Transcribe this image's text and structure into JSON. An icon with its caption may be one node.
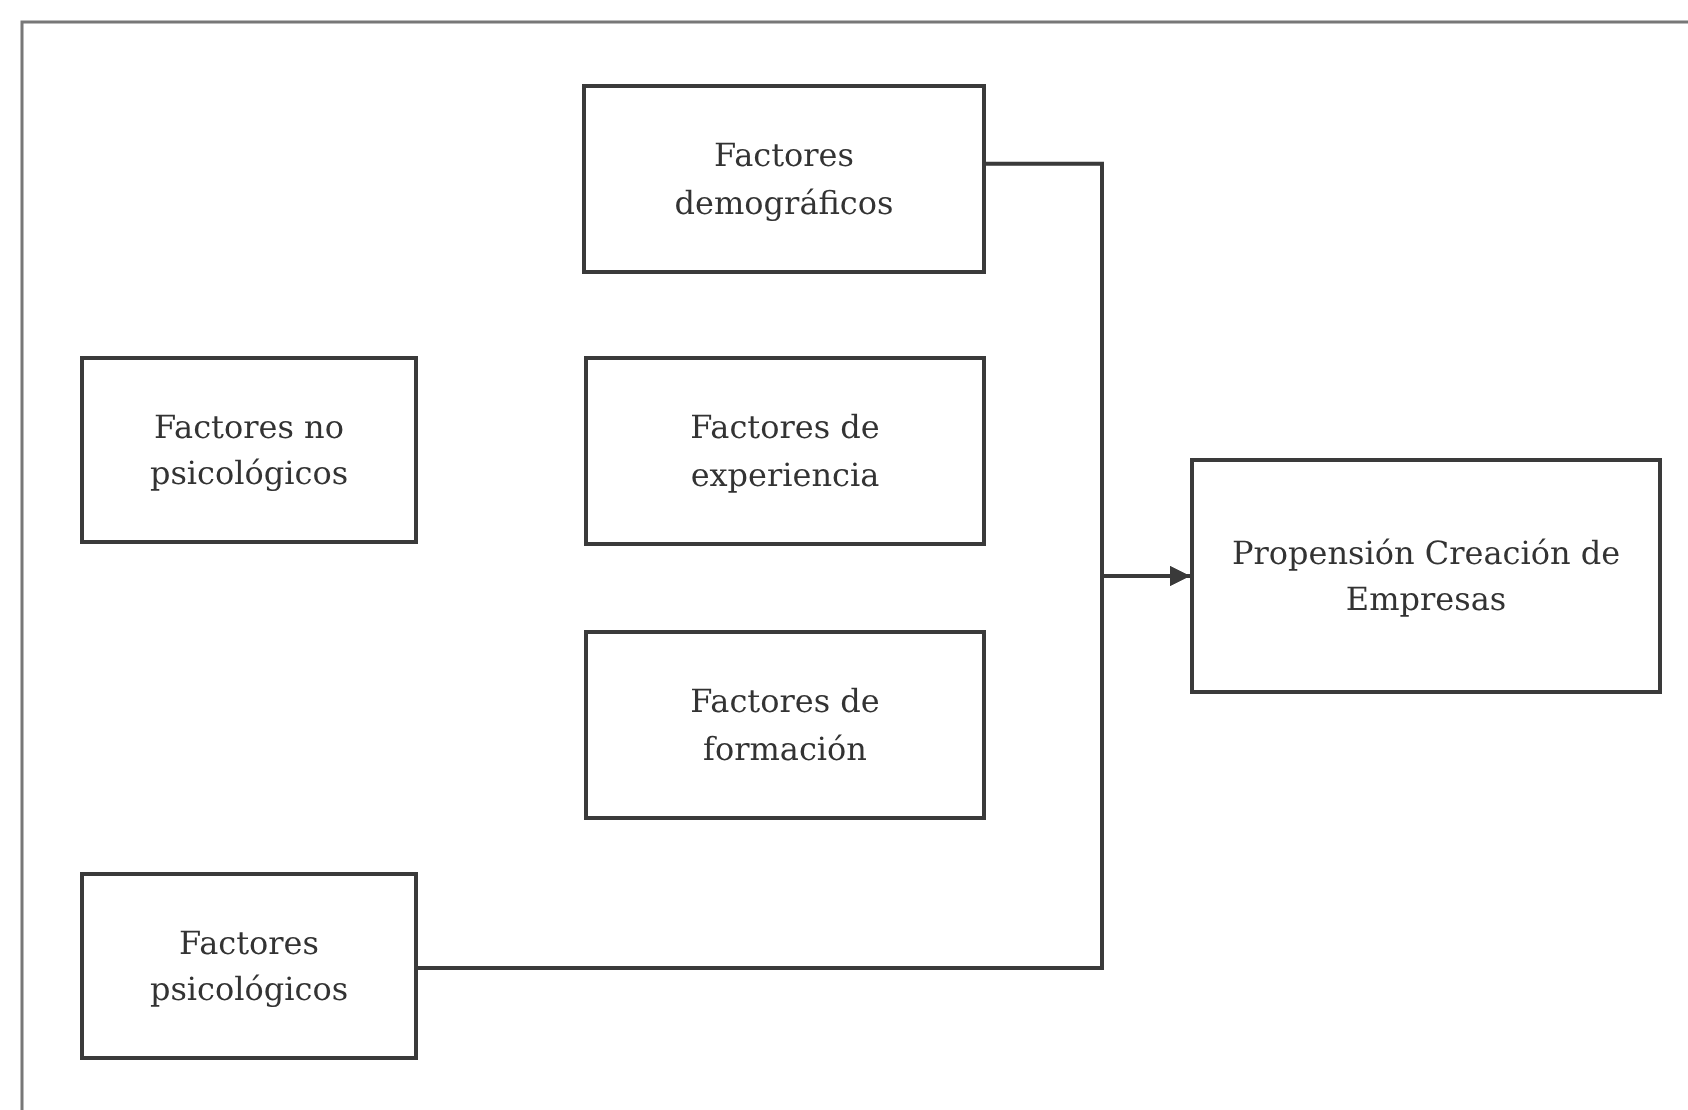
{
  "diagram": {
    "nodes": [
      {
        "text": [
          "Factores demográficos"
        ]
      },
      {
        "text": [
          "Factores no psicológicos"
        ]
      },
      {
        "text": [
          "Factores de experiencia"
        ]
      },
      {
        "text": [
          "Factores de formación"
        ]
      },
      {
        "text": [
          "Propensión Creación de Empresas"
        ]
      },
      {
        "text": [
          "Factores psicológicos"
        ]
      }
    ],
    "edges": [
      {
        "from": 0,
        "to": 4,
        "arrow": "to"
      },
      {
        "from": 5,
        "to": 4,
        "arrow": "to"
      }
    ]
  }
}
